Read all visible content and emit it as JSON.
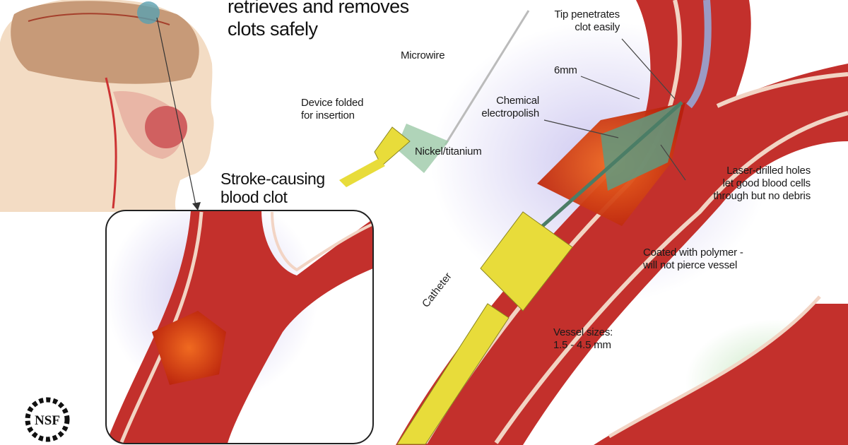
{
  "title": {
    "line1": "retrieves and removes",
    "line2": "clots safely"
  },
  "labels": {
    "microwire": "Microwire",
    "device_folded": [
      "Device folded",
      "for insertion"
    ],
    "nickel_titanium": "Nickel/titanium",
    "stroke_clot": [
      "Stroke-causing",
      "blood clot"
    ],
    "tip": [
      "Tip penetrates",
      "clot easily"
    ],
    "size_6mm": "6mm",
    "electropolish": [
      "Chemical",
      "electropolish"
    ],
    "laser_holes": [
      "Laser-drilled holes",
      "let good blood cells",
      "through but no debris"
    ],
    "coated": [
      "Coated with polymer -",
      "will not pierce vessel"
    ],
    "vessel_sizes": [
      "Vessel sizes:",
      "1.5 - 4.5 mm"
    ],
    "catheter": "Catheter"
  },
  "logo": "NSF",
  "colors": {
    "vessel": "#b8282a",
    "vessel_light": "#d9534a",
    "clot": "#e0400f",
    "catheter": "#e8dc3a",
    "device": "#5f9a80",
    "halo": "#c9c3ef"
  }
}
